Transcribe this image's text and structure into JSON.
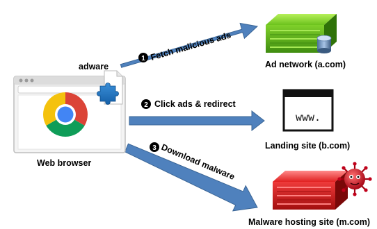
{
  "diagram": {
    "browser": {
      "label": "Web browser",
      "extension_label": "adware",
      "icons": [
        "browser-window-icon",
        "chrome-logo-icon",
        "puzzle-extension-icon"
      ]
    },
    "nodes": {
      "ad_network": {
        "label": "Ad network (a.com)",
        "icon": "green-server-icon",
        "color": "#6cc21c"
      },
      "landing": {
        "label": "Landing site (b.com)",
        "icon": "web-page-icon",
        "url_text": "www."
      },
      "malware_host": {
        "label": "Malware hosting site (m.com)",
        "icon": "red-server-icon",
        "color": "#e02020"
      }
    },
    "steps": [
      {
        "number": "1",
        "label": "Fetch malicious ads"
      },
      {
        "number": "2",
        "label": "Click ads & redirect"
      },
      {
        "number": "3",
        "label": "Download malware"
      }
    ],
    "arrow_color": "#4f81bd"
  }
}
